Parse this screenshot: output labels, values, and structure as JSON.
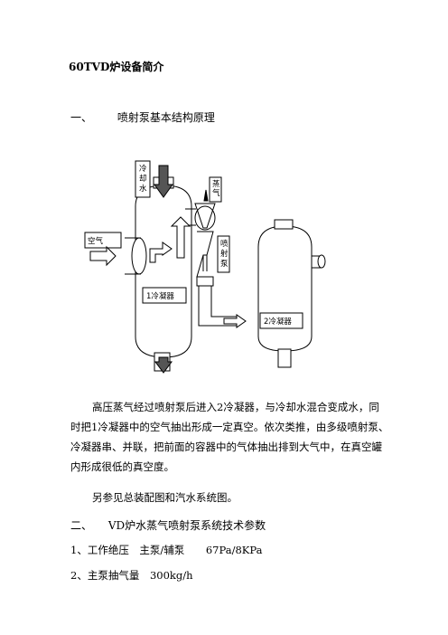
{
  "doc": {
    "title": "60TVD炉设备简介",
    "section1": {
      "num": "一、",
      "text": "喷射泵基本结构原理"
    },
    "diagram": {
      "label_cooling_water": "冷却水",
      "label_steam": "蒸气",
      "label_air": "空气",
      "label_ejector_pump": "喷射泵",
      "label_condenser1": "1冷凝器",
      "label_condenser2": "2冷凝器"
    },
    "paragraph1_lines": [
      "高压蒸气经过喷射泵后进入2冷凝器，与冷却水混合变成水，同",
      "时把1冷凝器中的空气抽出形成一定真空。依次类推，由多级喷射泵、",
      "冷凝器串、并联，把前面的容器中的气体抽出排到大气中，在真空罐",
      "内形成很低的真空度。"
    ],
    "paragraph2": "另参见总装配图和汽水系统图。",
    "section2": {
      "num": "二、",
      "text": "VD炉水蒸气喷射泵系统技术参数"
    },
    "items": [
      {
        "label": "1、工作绝压　主泵/辅泵",
        "value": "67Pa/8KPa"
      },
      {
        "label": "2、主泵抽气量",
        "value": "300kg/h"
      }
    ]
  }
}
